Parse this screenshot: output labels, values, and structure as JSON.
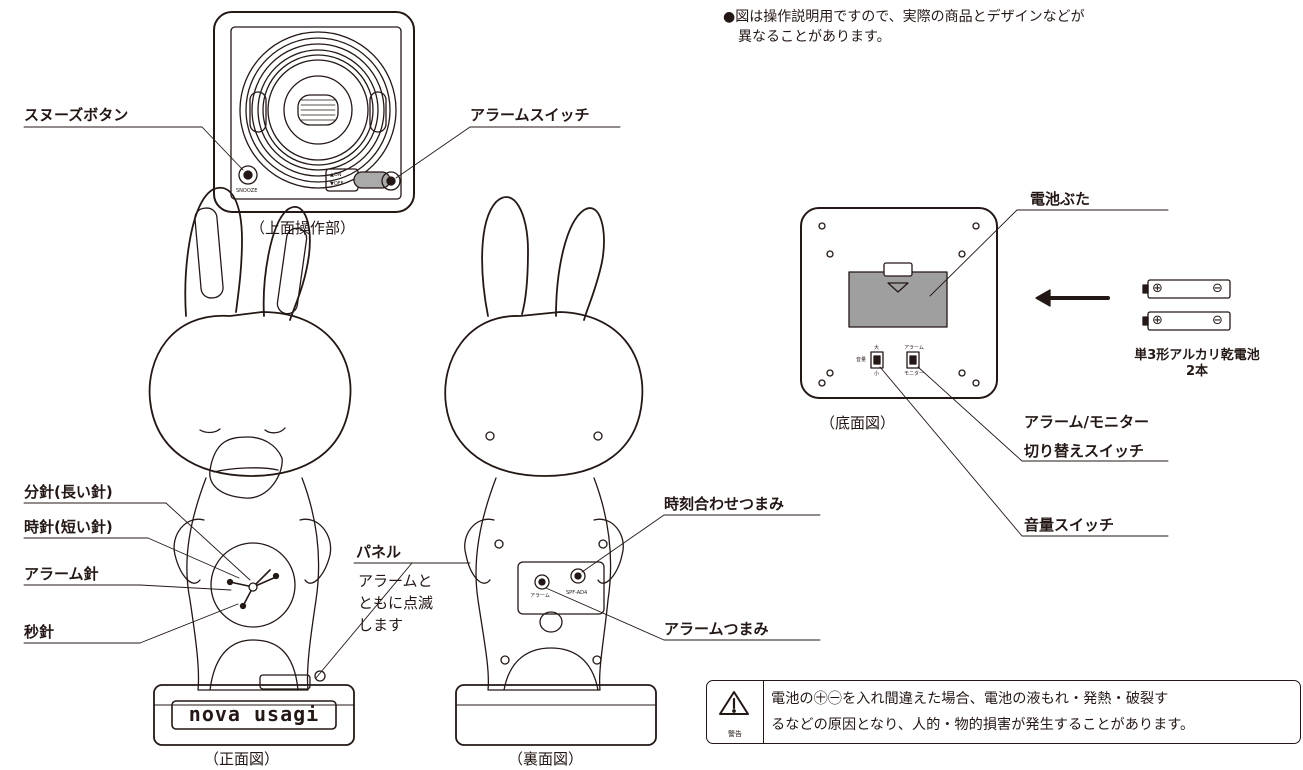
{
  "notice": {
    "line1": "●図は操作説明用ですので、実際の商品とデザインなどが",
    "line2": "異なることがあります。"
  },
  "top_panel": {
    "caption": "（上面操作部）",
    "snooze_label": "スヌーズボタン",
    "alarm_switch_label": "アラームスイッチ",
    "snooze_text": "SNOOZE",
    "switch_on_text": "▲ON",
    "switch_off_text": "▼OFF"
  },
  "front_view": {
    "caption": "（正面図）",
    "minute_hand": "分針(長い針)",
    "hour_hand": "時針(短い針)",
    "alarm_hand": "アラーム針",
    "second_hand": "秒針",
    "panel_label": "パネル",
    "panel_desc": [
      "アラームと",
      "ともに点滅",
      "します"
    ],
    "logo_text": "nova usagi"
  },
  "back_view": {
    "caption": "（裏面図）",
    "time_set_knob": "時刻合わせつまみ",
    "alarm_knob": "アラームつまみ",
    "knob_alarm_text": "アラーム",
    "knob_model_text": "SPF-AD4"
  },
  "bottom_view": {
    "caption": "（底面図）",
    "battery_cover": "電池ぶた",
    "mode_switch_line1": "アラーム/モニター",
    "mode_switch_line2": "切り替えスイッチ",
    "volume_switch": "音量スイッチ",
    "vol_label": "音量",
    "vol_high": "大",
    "vol_low": "小",
    "mode_alarm": "アラーム",
    "mode_monitor": "モニター"
  },
  "battery": {
    "line1": "単3形アルカリ乾電池",
    "line2": "2本",
    "plus_symbol": "⊕",
    "minus_symbol": "⊖"
  },
  "warning": {
    "icon_label": "警告",
    "line1": "電池の㊉㊀を入れ間違えた場合、電池の液もれ・発熱・破裂す",
    "line2": "るなどの原因となり、人的・物的損害が発生することがあります。"
  }
}
